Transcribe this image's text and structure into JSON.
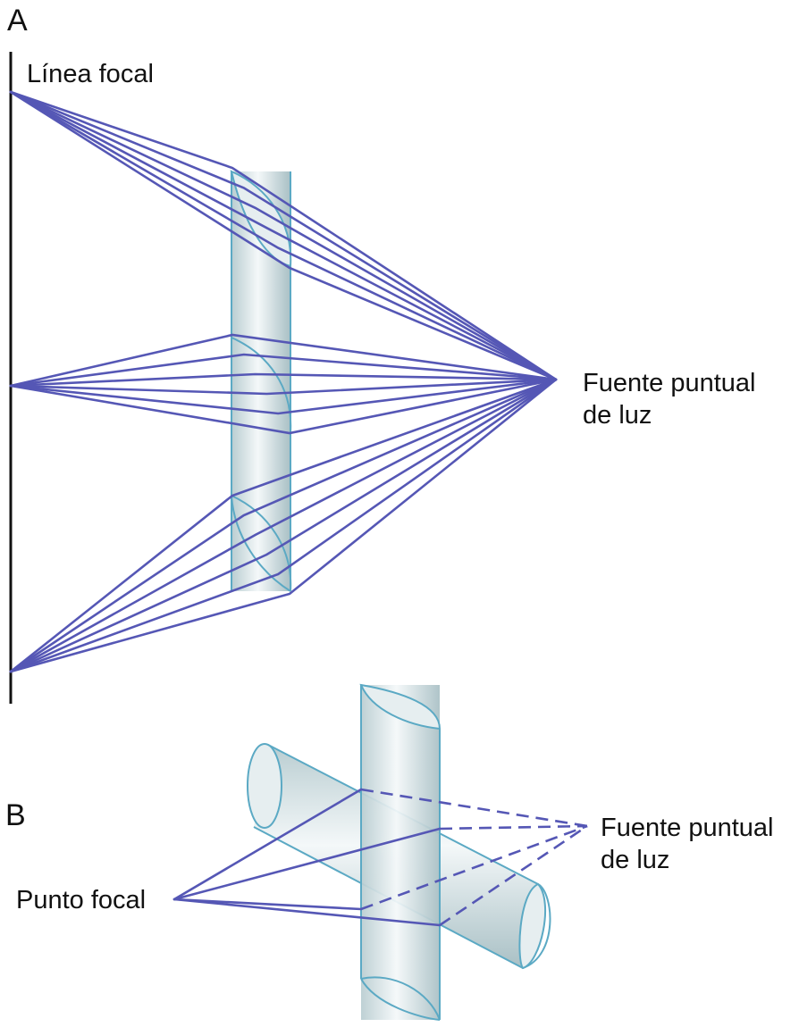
{
  "panel_a": {
    "letter": "A",
    "focal_line_label": "Línea focal",
    "source_label_line1": "Fuente puntual",
    "source_label_line2": "de luz"
  },
  "panel_b": {
    "letter": "B",
    "focal_point_label": "Punto focal",
    "source_label_line1": "Fuente puntual",
    "source_label_line2": "de luz"
  },
  "colors": {
    "ray": "#5557b5",
    "lens_edge": "#5ba9c4",
    "lens_fill": "#dfe8ea",
    "focal_line": "#111111"
  }
}
